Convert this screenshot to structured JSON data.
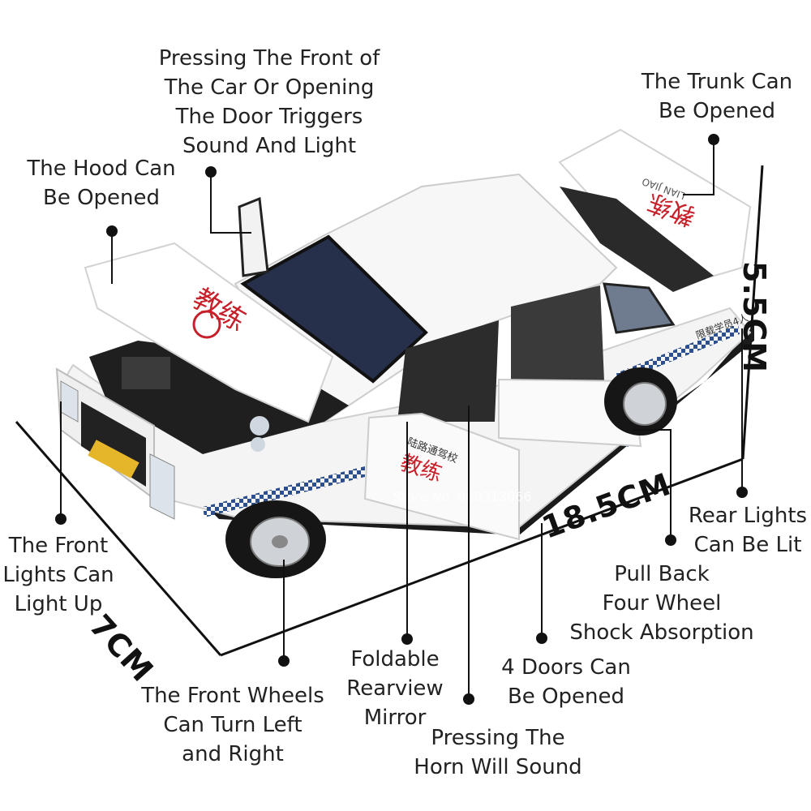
{
  "callouts": {
    "front_sound_light": [
      "Pressing The Front of",
      "The Car Or Opening",
      "The Door Triggers",
      "Sound And Light"
    ],
    "hood": [
      "The Hood Can",
      "Be Opened"
    ],
    "trunk": [
      "The Trunk Can",
      "Be Opened"
    ],
    "front_lights": [
      "The Front",
      "Lights Can",
      "Light Up"
    ],
    "rear_lights": [
      "Rear Lights",
      "Can Be Lit"
    ],
    "pull_back": [
      "Pull Back",
      "Four Wheel",
      "Shock Absorption"
    ],
    "doors": [
      "4 Doors Can",
      "Be Opened"
    ],
    "front_wheels": [
      "The Front Wheels",
      "Can Turn Left",
      "and Right"
    ],
    "mirror": [
      "Foldable",
      "Rearview",
      "Mirror"
    ],
    "horn": [
      "Pressing The",
      "Horn Will Sound"
    ]
  },
  "dimensions": {
    "length": "18.5CM",
    "width": "7CM",
    "height": "5.5CM"
  },
  "car_text": {
    "hood_brand": "教练",
    "trunk_brand": "教练",
    "trunk_pinyin": "LIAN JIAO",
    "door_brand": "教练",
    "door_school": "陆路通驾校",
    "side_capacity": "限载学员4人"
  },
  "watermark": "Store No. 900313066",
  "colors": {
    "body": "#f4f4f4",
    "checker": "#2b4f8f",
    "text": "#222222",
    "red": "#c8202a"
  }
}
